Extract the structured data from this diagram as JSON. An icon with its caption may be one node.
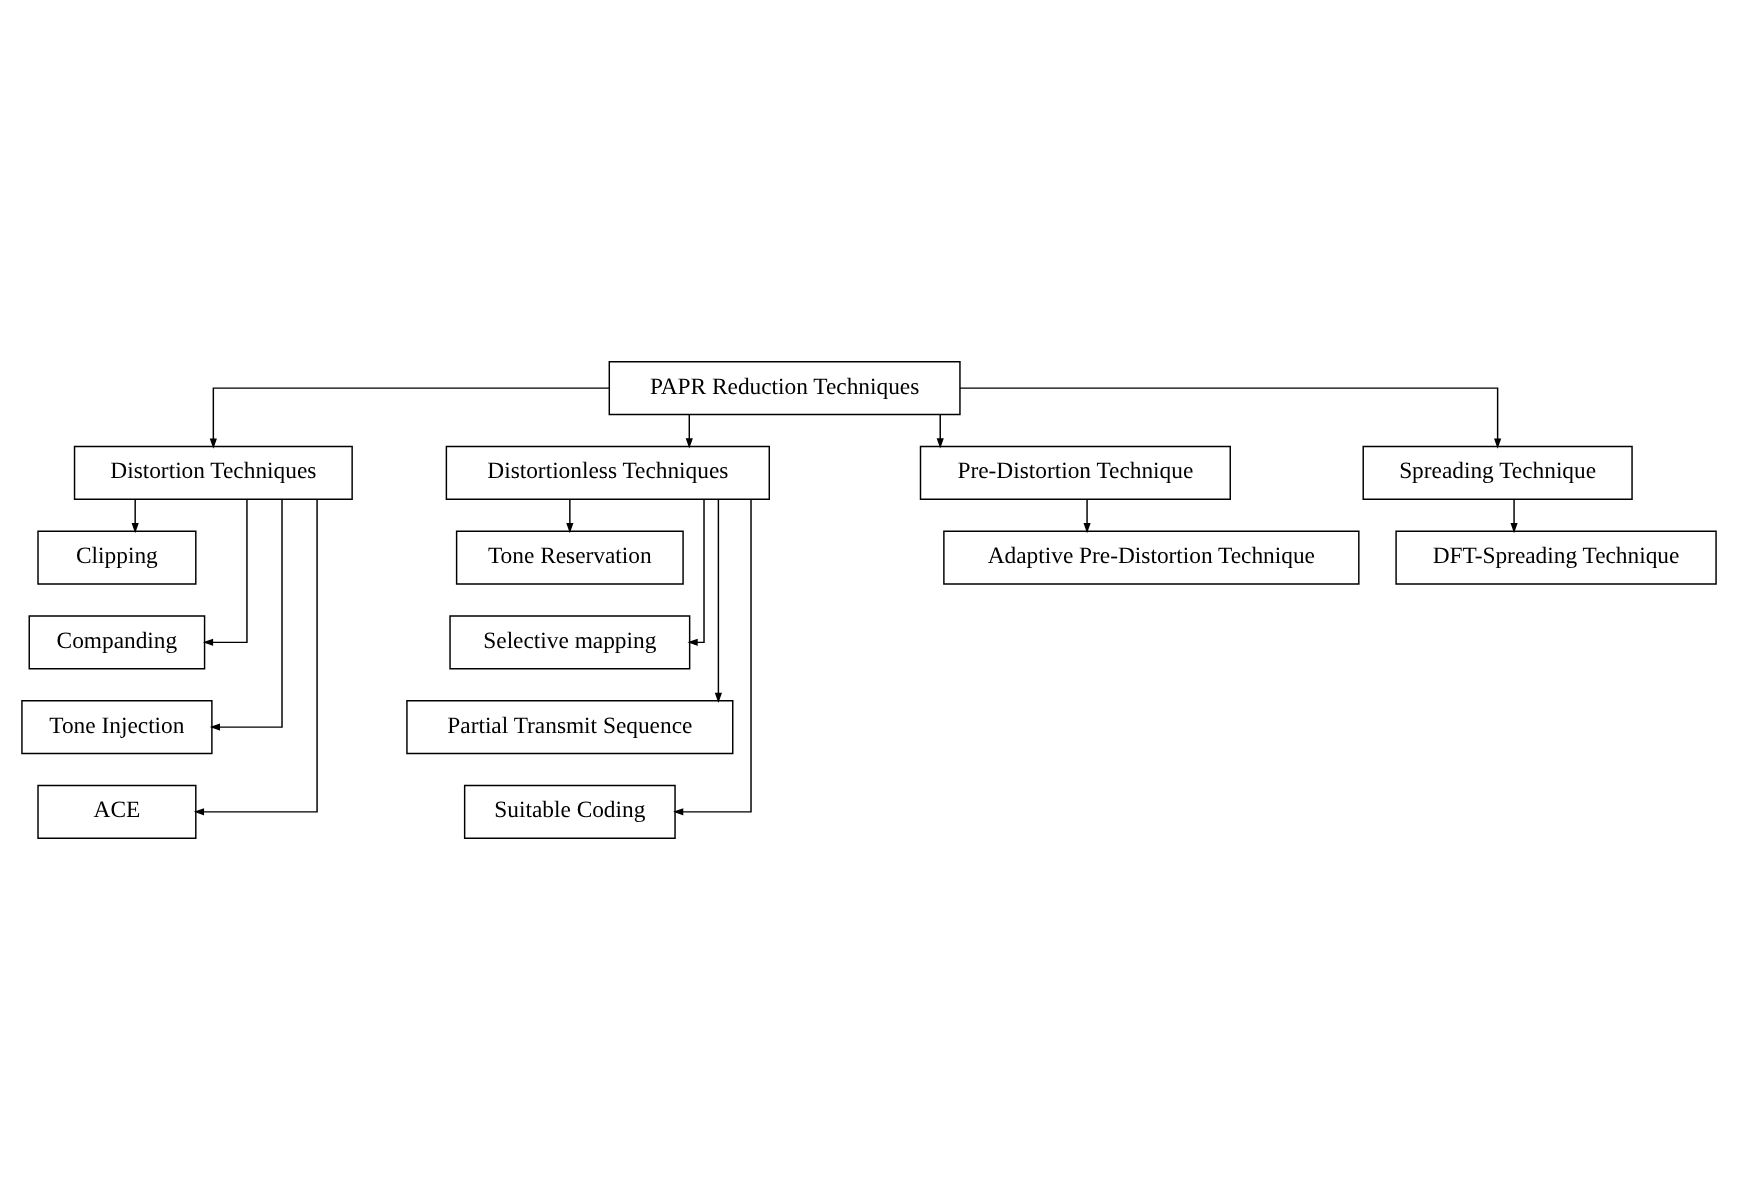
{
  "diagram": {
    "nodes": [
      {
        "text": [
          "PAPR Reduction Techniques"
        ]
      },
      {
        "text": [
          "Distortion Techniques"
        ]
      },
      {
        "text": [
          "Distortionless Techniques"
        ]
      },
      {
        "text": [
          "Pre-Distortion Technique"
        ]
      },
      {
        "text": [
          "Spreading Technique"
        ]
      },
      {
        "text": [
          "Clipping"
        ]
      },
      {
        "text": [
          "Companding"
        ]
      },
      {
        "text": [
          "Tone Injection"
        ]
      },
      {
        "text": [
          "ACE"
        ]
      },
      {
        "text": [
          "Tone Reservation"
        ]
      },
      {
        "text": [
          "Selective mapping"
        ]
      },
      {
        "text": [
          "Partial Transmit Sequence"
        ]
      },
      {
        "text": [
          "Suitable Coding"
        ]
      },
      {
        "text": [
          "Adaptive Pre-Distortion Technique"
        ]
      },
      {
        "text": [
          "DFT-Spreading Technique"
        ]
      }
    ],
    "edges": [
      {
        "from": 0,
        "to": 1,
        "arrow": "to"
      },
      {
        "from": 0,
        "to": 2,
        "arrow": "to"
      },
      {
        "from": 0,
        "to": 3,
        "arrow": "to"
      },
      {
        "from": 0,
        "to": 4,
        "arrow": "to"
      },
      {
        "from": 1,
        "to": 5,
        "arrow": "to"
      },
      {
        "from": 1,
        "to": 6,
        "arrow": "to"
      },
      {
        "from": 1,
        "to": 7,
        "arrow": "to"
      },
      {
        "from": 1,
        "to": 8,
        "arrow": "to"
      },
      {
        "from": 2,
        "to": 9,
        "arrow": "to"
      },
      {
        "from": 2,
        "to": 10,
        "arrow": "to"
      },
      {
        "from": 2,
        "to": 11,
        "arrow": "to"
      },
      {
        "from": 2,
        "to": 12,
        "arrow": "to"
      },
      {
        "from": 3,
        "to": 13,
        "arrow": "to"
      },
      {
        "from": 4,
        "to": 14,
        "arrow": "to"
      }
    ]
  }
}
